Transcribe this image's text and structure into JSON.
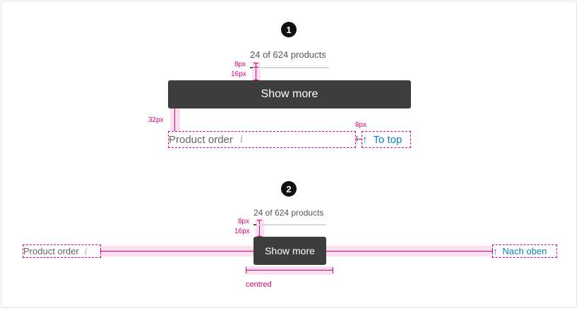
{
  "variant1": {
    "step": "1",
    "count_text": "24 of 624 products",
    "progress": 0.04,
    "button_label": "Show more",
    "order_label": "Product order",
    "info_glyph": "i",
    "to_top_label": "To top",
    "arrow_glyph": "↑",
    "spec_8": "8px",
    "spec_16": "16px",
    "spec_32": "32px",
    "spec_gap": "8px"
  },
  "variant2": {
    "step": "2",
    "count_text": "24 of 624 products",
    "progress": 0.04,
    "button_label": "Show more",
    "order_label": "Product order",
    "info_glyph": "i",
    "to_top_label": "Nach oben",
    "arrow_glyph": "↑",
    "spec_8": "8px",
    "spec_16": "16px",
    "spec_centred": "centred"
  },
  "colors": {
    "button_bg": "#3d3d3d",
    "spec_pink": "#e0007a",
    "link_blue": "#0a83bf"
  }
}
